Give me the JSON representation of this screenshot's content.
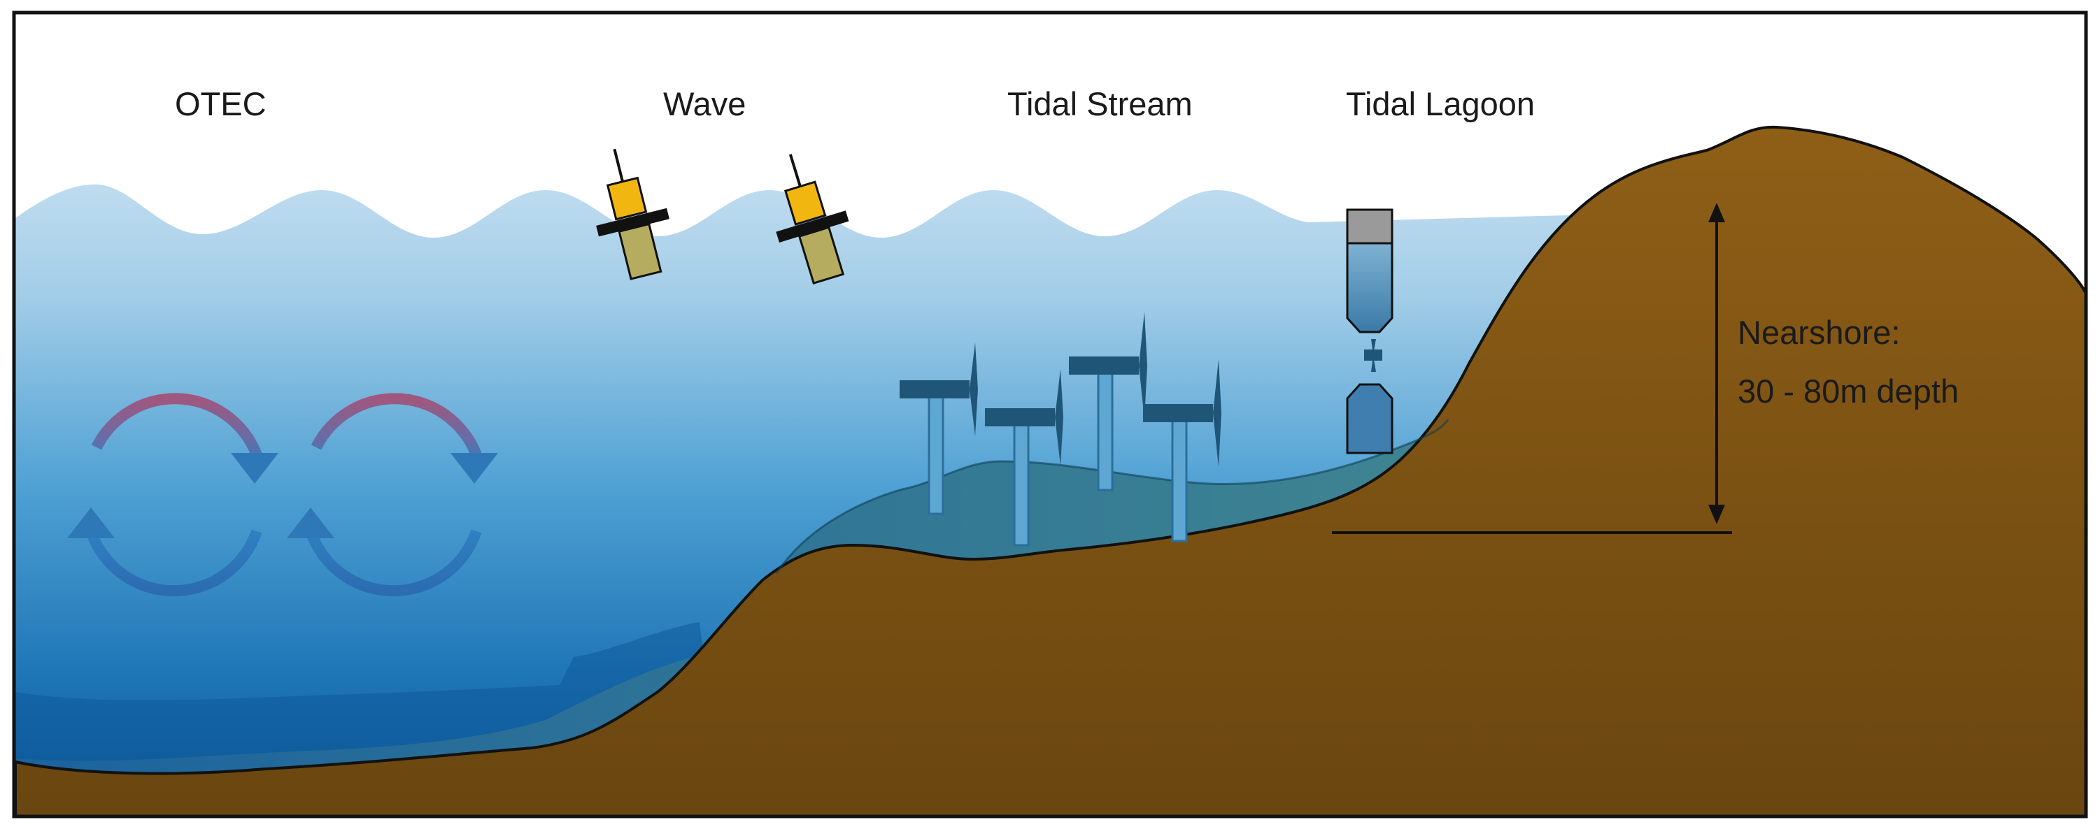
{
  "labels": {
    "otec": "OTEC",
    "wave": "Wave",
    "tidal_stream": "Tidal Stream",
    "tidal_lagoon": "Tidal Lagoon",
    "nearshore_line1": "Nearshore:",
    "nearshore_line2": "30 - 80m depth"
  },
  "colors": {
    "land": "#8a5c1a",
    "land_dark": "#6b4710",
    "shallow_water": "#3d8294",
    "buoy_float": "#f2b611",
    "buoy_base": "#b5ac5f",
    "turbine": "#1f5577",
    "arrow_warm": "#a0577e",
    "arrow_cool": "#2f78b8",
    "outline": "#111111"
  },
  "icons": {
    "wave_buoys": "wave-buoy-icon",
    "turbines": "tidal-turbine-icon",
    "lagoon": "lagoon-turbine-icon",
    "otec_cycle": "circulation-arrow-icon"
  }
}
